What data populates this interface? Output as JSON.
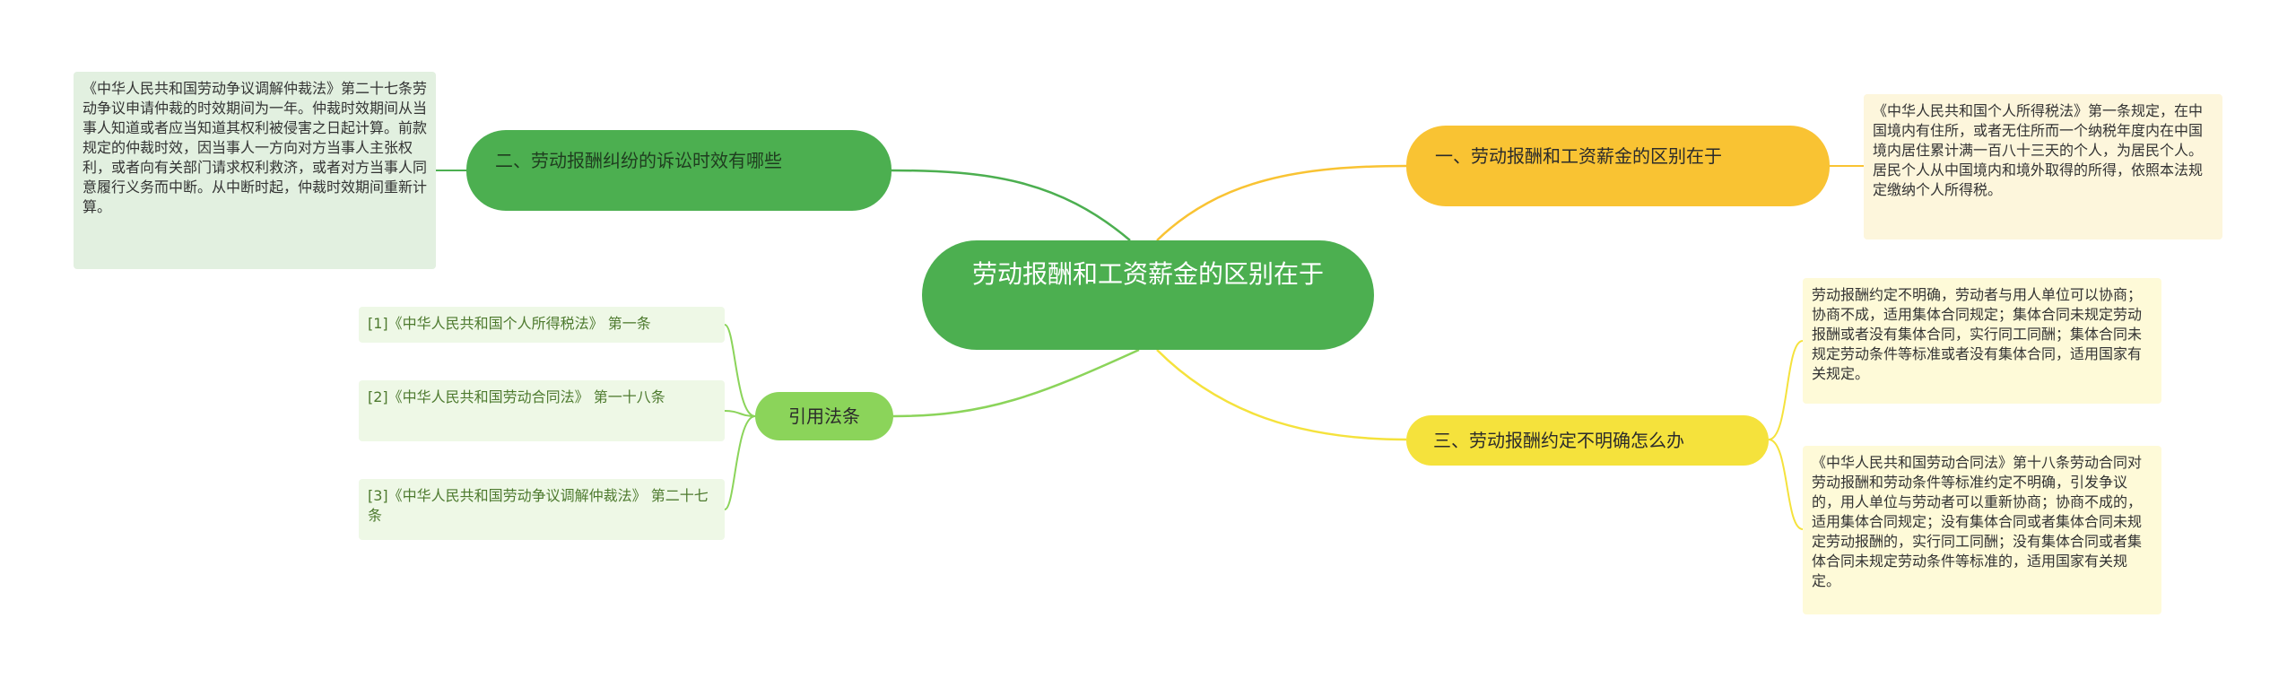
{
  "central": {
    "title": "劳动报酬和工资薪金的区别在于"
  },
  "branches": {
    "left_top": {
      "label": "二、劳动报酬纠纷的诉讼时效有哪些",
      "detail": "《中华人民共和国劳动争议调解仲裁法》第二十七条劳动争议申请仲裁的时效期间为一年。仲裁时效期间从当事人知道或者应当知道其权利被侵害之日起计算。前款规定的仲裁时效，因当事人一方向对方当事人主张权利，或者向有关部门请求权利救济，或者对方当事人同意履行义务而中断。从中断时起，仲裁时效期间重新计算。"
    },
    "citations": {
      "label": "引用法条",
      "items": [
        "[1]《中华人民共和国个人所得税法》 第一条",
        "[2]《中华人民共和国劳动合同法》 第一十八条",
        "[3]《中华人民共和国劳动争议调解仲裁法》 第二十七条"
      ]
    },
    "right_top": {
      "label": "一、劳动报酬和工资薪金的区别在于",
      "detail": "《中华人民共和国个人所得税法》第一条规定，在中国境内有住所，或者无住所而一个纳税年度内在中国境内居住累计满一百八十三天的个人，为居民个人。居民个人从中国境内和境外取得的所得，依照本法规定缴纳个人所得税。"
    },
    "right_bottom": {
      "label": "三、劳动报酬约定不明确怎么办",
      "details": [
        "劳动报酬约定不明确，劳动者与用人单位可以协商；协商不成，适用集体合同规定；集体合同未规定劳动报酬或者没有集体合同，实行同工同酬；集体合同未规定劳动条件等标准或者没有集体合同，适用国家有关规定。",
        "《中华人民共和国劳动合同法》第十八条劳动合同对劳动报酬和劳动条件等标准约定不明确，引发争议的，用人单位与劳动者可以重新协商；协商不成的，适用集体合同规定；没有集体合同或者集体合同未规定劳动报酬的，实行同工同酬；没有集体合同或者集体合同未规定劳动条件等标准的，适用国家有关规定。"
      ]
    }
  },
  "colors": {
    "central": "#4caf50",
    "left_branch": "#4caf50",
    "citation_branch": "#8bd45a",
    "right_top_branch": "#f9c333",
    "right_bottom_branch": "#f5e23c"
  }
}
